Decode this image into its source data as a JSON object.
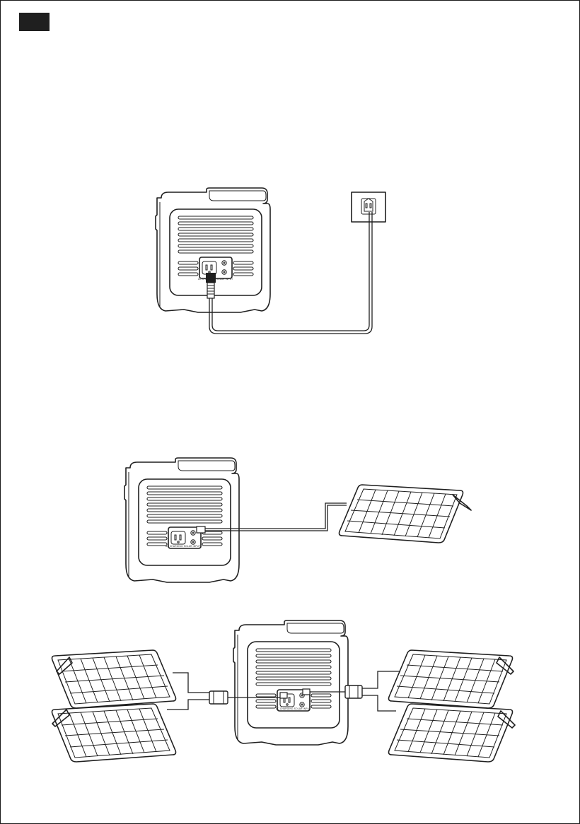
{
  "page": {
    "tab_marker": "page-tab"
  },
  "illustrations": [
    {
      "id": "ac-charging",
      "description_icon": "wall-outlet-icon",
      "station_port_label": "AC CHARGING SOLAR INPUT"
    },
    {
      "id": "single-solar",
      "description_icon": "solar-panel-icon",
      "station_port_label": "AC CHARGING SOLAR INPUT"
    },
    {
      "id": "dual-solar",
      "description_icon": "solar-panel-icon",
      "station_port_label": "AC CHARGING SOLAR INPUT"
    }
  ],
  "colors": {
    "line": "#1f1f1f",
    "background": "#ffffff",
    "tab": "#1f1f1f"
  }
}
